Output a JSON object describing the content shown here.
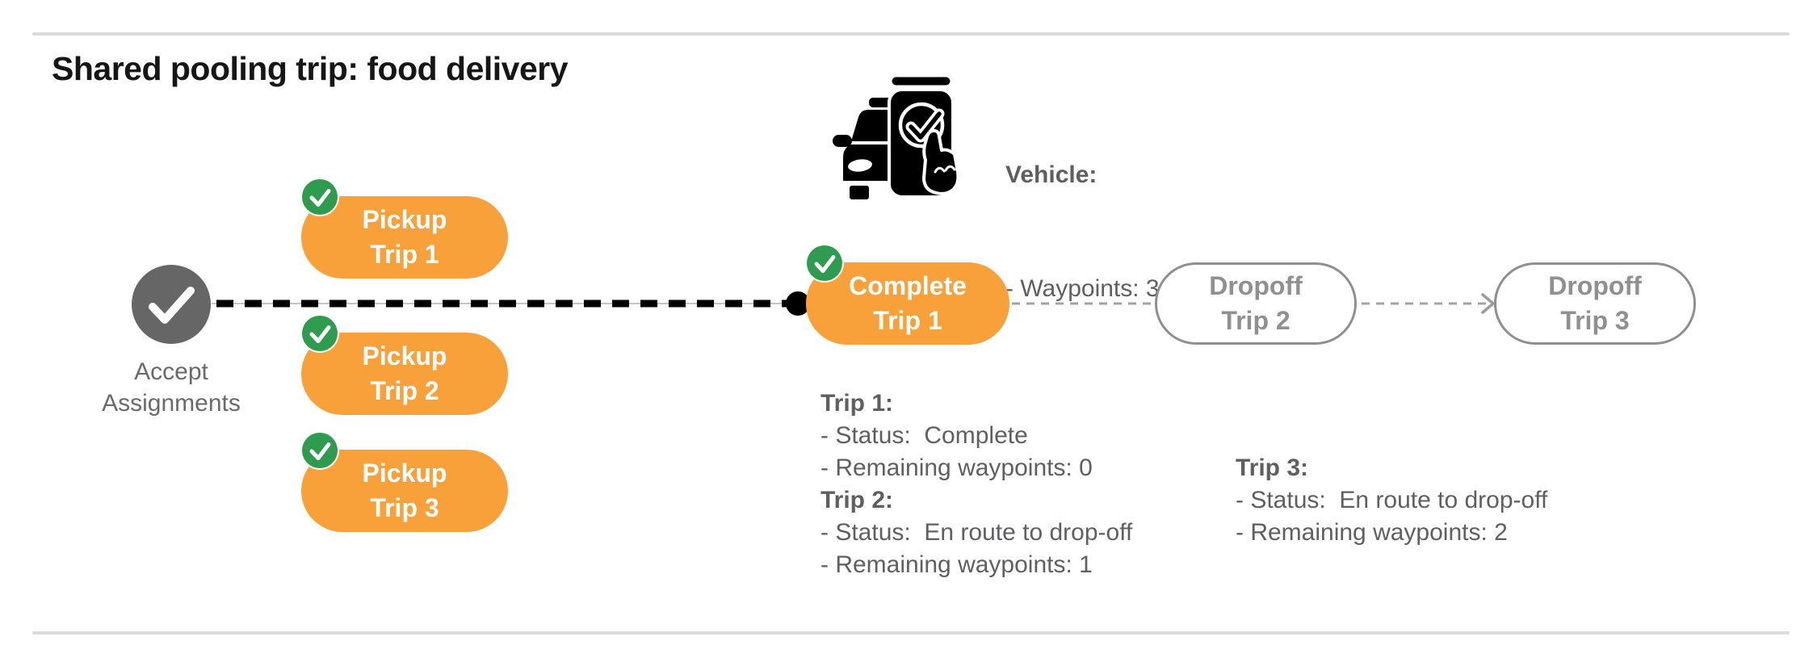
{
  "title": "Shared pooling trip: food delivery",
  "colors": {
    "orange": "#F8A13A",
    "green": "#2F9B4E",
    "node_gray": "#666666",
    "text_gray": "#5F5F62",
    "muted_gray": "#909092",
    "connector_gray": "#A3A3A3",
    "divider": "#DBDBDB"
  },
  "vehicle": {
    "icon": "car-phone-check-icon",
    "label": "Vehicle:",
    "waypoints_line": "- Waypoints: 3"
  },
  "flow": {
    "start": {
      "icon": "checkmark-icon",
      "label_line1": "Accept",
      "label_line2": "Assignments"
    },
    "pickups": [
      {
        "line1": "Pickup",
        "line2": "Trip 1"
      },
      {
        "line1": "Pickup",
        "line2": "Trip 2"
      },
      {
        "line1": "Pickup",
        "line2": "Trip 3"
      }
    ],
    "complete": {
      "line1": "Complete",
      "line2": "Trip 1"
    },
    "dropoffs": [
      {
        "line1": "Dropoff",
        "line2": "Trip 2"
      },
      {
        "line1": "Dropoff",
        "line2": "Trip 3"
      }
    ]
  },
  "status_blocks": [
    {
      "entries": [
        {
          "heading": "Trip 1:",
          "lines": [
            "- Status:  Complete",
            "- Remaining waypoints: 0"
          ]
        },
        {
          "heading": "Trip 2:",
          "lines": [
            "- Status:  En route to drop-off",
            "- Remaining waypoints: 1"
          ]
        }
      ]
    },
    {
      "entries": [
        {
          "heading": "Trip 3:",
          "lines": [
            "- Status:  En route to drop-off",
            "- Remaining waypoints: 2"
          ]
        }
      ]
    }
  ]
}
